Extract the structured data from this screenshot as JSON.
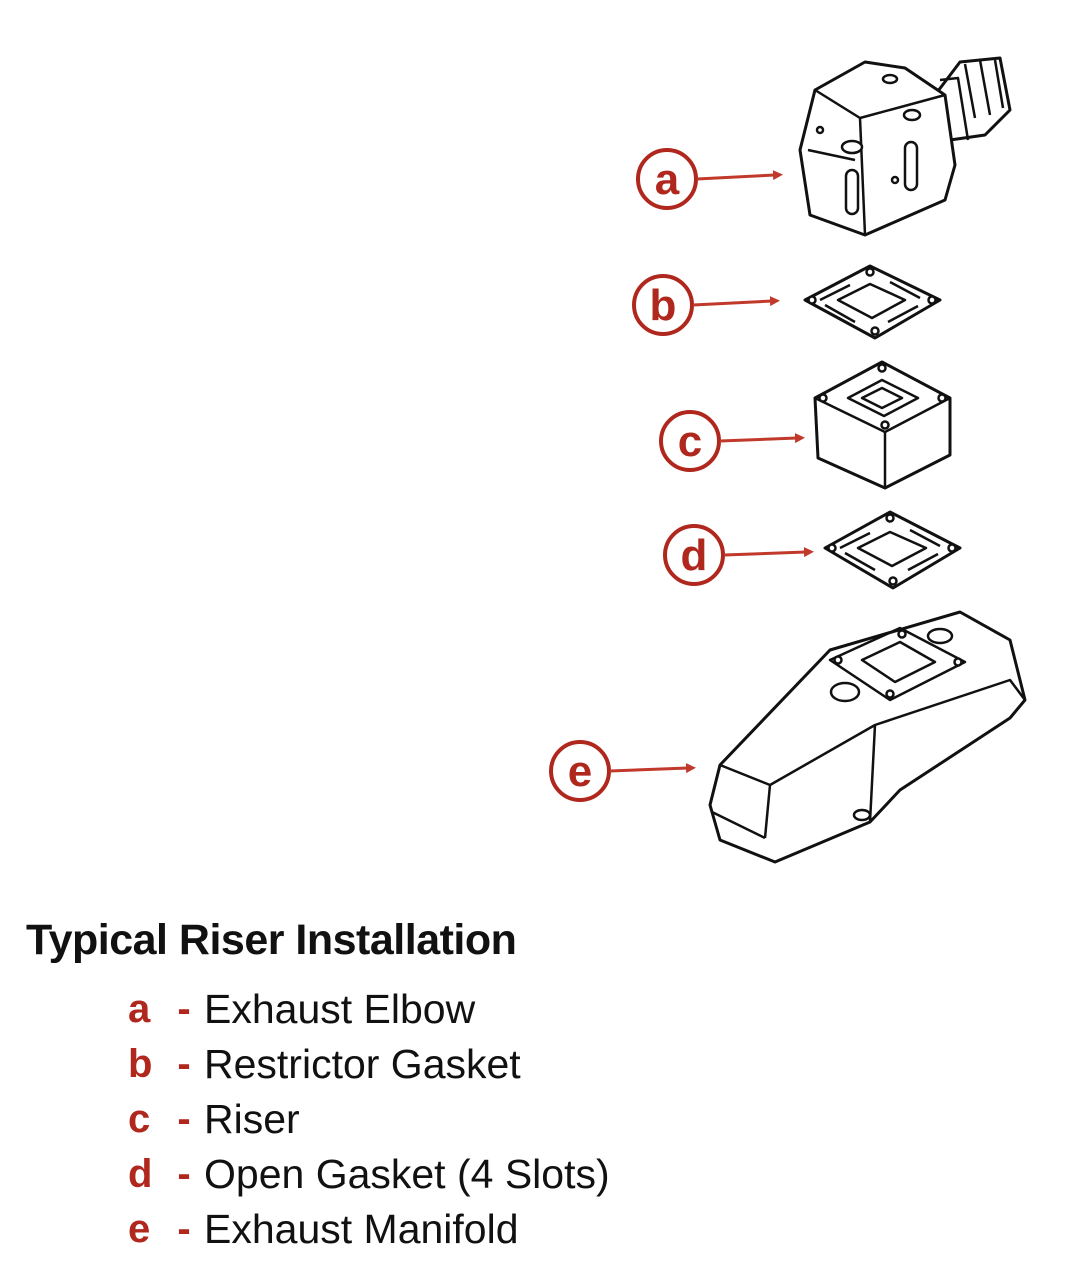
{
  "colors": {
    "accent": "#b0271d",
    "arrow": "#c0392b",
    "ink": "#111111"
  },
  "callouts": [
    "a",
    "b",
    "c",
    "d",
    "e"
  ],
  "title": "Typical Riser Installation",
  "legend": [
    {
      "letter": "a",
      "dash": "-",
      "label": "Exhaust Elbow"
    },
    {
      "letter": "b",
      "dash": "-",
      "label": "Restrictor Gasket"
    },
    {
      "letter": "c",
      "dash": "-",
      "label": "Riser"
    },
    {
      "letter": "d",
      "dash": "-",
      "label": "Open Gasket (4 Slots)"
    },
    {
      "letter": "e",
      "dash": "-",
      "label": "Exhaust Manifold"
    }
  ]
}
